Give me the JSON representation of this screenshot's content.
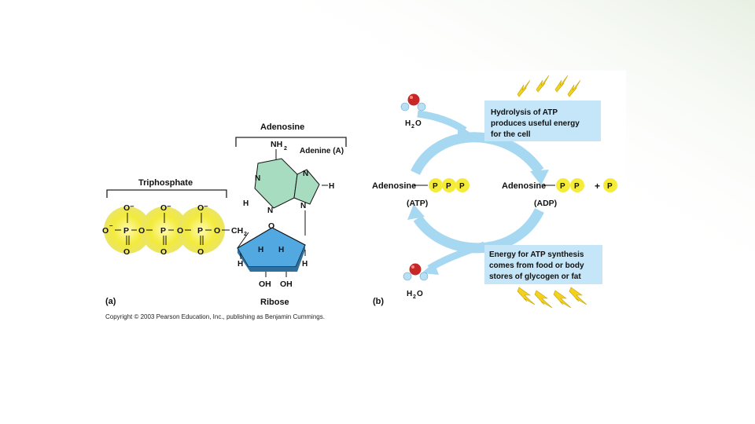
{
  "colors": {
    "phosphate_yellow": "#f5ec3a",
    "phosphate_outer": "#ece86a",
    "adenine_green": "#a8dcc0",
    "ribose_blue": "#52a8e0",
    "cycle_blue": "#a6d8f2",
    "callout_blue": "#c4e6f8",
    "slide_gradient": "#eef4ea"
  },
  "part_a": {
    "label": "(a)",
    "adenosine_label": "Adenosine",
    "triphosphate_label": "Triphosphate",
    "adenine_label": "Adenine (A)",
    "ribose_label": "Ribose",
    "nh2": "NH",
    "nh2_sub": "2",
    "ch2": "CH",
    "ch2_sub": "2",
    "o_minus": "O⁻",
    "p": "P",
    "o": "O",
    "n": "N",
    "h": "H",
    "oh": "OH"
  },
  "part_b": {
    "label": "(b)",
    "water_label": "H",
    "water_sub": "2",
    "water_o": "O",
    "hydrolysis_line1": "Hydrolysis of ATP",
    "hydrolysis_line2": "produces useful energy",
    "hydrolysis_line3": "for the cell",
    "synthesis_line1": "Energy for ATP synthesis",
    "synthesis_line2": "comes from food or body",
    "synthesis_line3": "stores of glycogen or fat",
    "adenosine": "Adenosine",
    "atp": "(ATP)",
    "adp": "(ADP)",
    "p": "P",
    "plus": "+"
  },
  "copyright": "Copyright © 2003 Pearson Education, Inc., publishing as Benjamin Cummings."
}
